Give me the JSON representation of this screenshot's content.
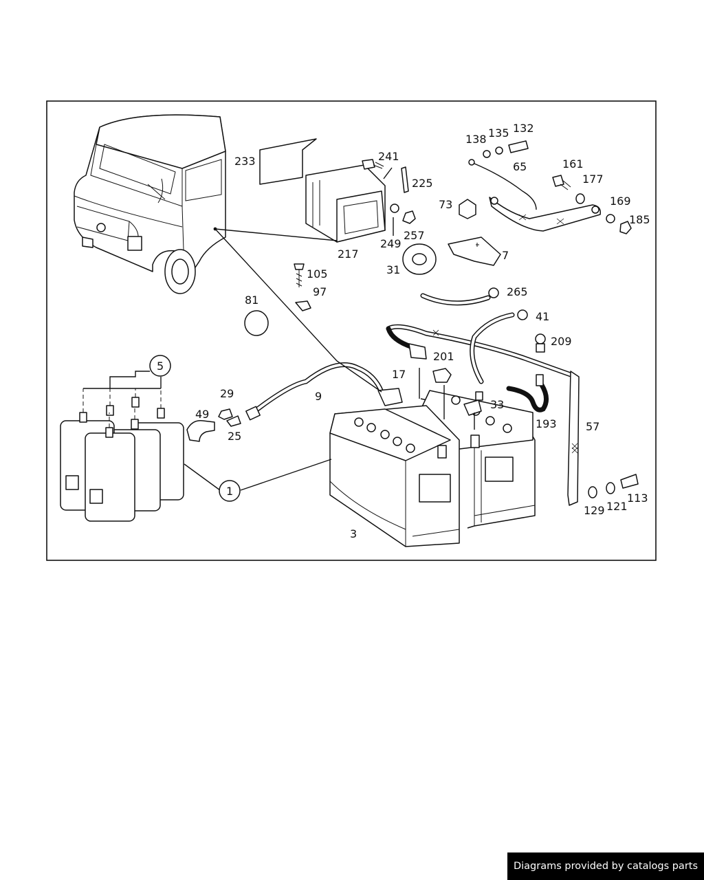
{
  "diagram": {
    "part_labels": {
      "p1": "1",
      "p3": "3",
      "p5": "5",
      "p7": "7",
      "p9": "9",
      "p17": "17",
      "p25": "25",
      "p29": "29",
      "p31": "31",
      "p33": "33",
      "p41": "41",
      "p49": "49",
      "p57": "57",
      "p65": "65",
      "p73": "73",
      "p81": "81",
      "p97": "97",
      "p105": "105",
      "p113": "113",
      "p121": "121",
      "p129": "129",
      "p132": "132",
      "p135": "135",
      "p138": "138",
      "p161": "161",
      "p169": "169",
      "p177": "177",
      "p185": "185",
      "p193": "193",
      "p201": "201",
      "p209": "209",
      "p217": "217",
      "p225": "225",
      "p233": "233",
      "p241": "241",
      "p249": "249",
      "p257": "257",
      "p265": "265"
    }
  },
  "footer": {
    "credit": "Diagrams provided by catalogs parts"
  }
}
